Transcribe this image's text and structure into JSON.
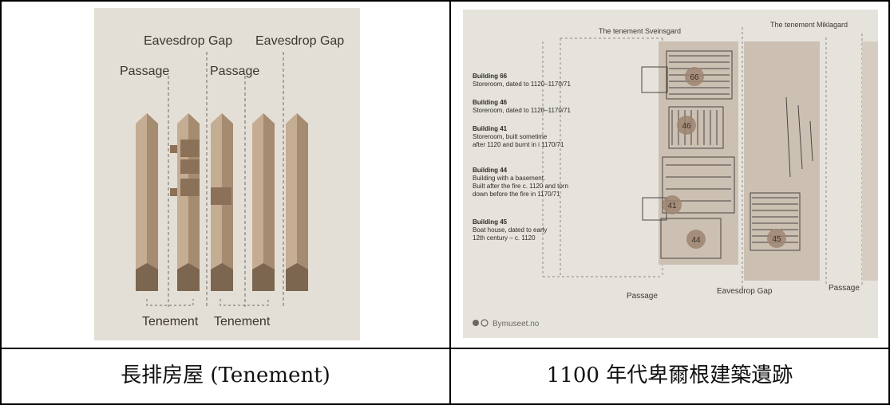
{
  "left_figure": {
    "labels": {
      "eavesdrop_gap_1": "Eavesdrop Gap",
      "eavesdrop_gap_2": "Eavesdrop Gap",
      "passage_1": "Passage",
      "passage_2": "Passage",
      "tenement_1": "Tenement",
      "tenement_2": "Tenement"
    }
  },
  "right_figure": {
    "header_sveinsgard": "The tenement Sveinsgard",
    "header_miklagard": "The tenement Miklagard",
    "buildings": [
      {
        "title": "Building 66",
        "lines": [
          "Storeroom, dated to 1120–1170/71"
        ]
      },
      {
        "title": "Building 46",
        "lines": [
          "Storeroom, dated to 1120–1170/71"
        ]
      },
      {
        "title": "Building 41",
        "lines": [
          "Storeroom, built sometime",
          "after 1120 and burnt in i 1170/71"
        ]
      },
      {
        "title": "Building 44",
        "lines": [
          "Building with a basement.",
          "Built after the fire c. 1120 and torn",
          "down before the fire in 1170/71"
        ]
      },
      {
        "title": "Building 45",
        "lines": [
          "Boat house, dated to early",
          "12th century – c. 1120"
        ]
      }
    ],
    "markers": [
      "66",
      "46",
      "41",
      "44",
      "45"
    ],
    "passage_left": "Passage",
    "eavesdrop_gap": "Eavesdrop Gap",
    "passage_right": "Passage",
    "footer": "Bymuseet.no"
  },
  "captions": {
    "left": "長排房屋 (Tenement)",
    "right": "1100 年代卑爾根建築遺跡"
  }
}
